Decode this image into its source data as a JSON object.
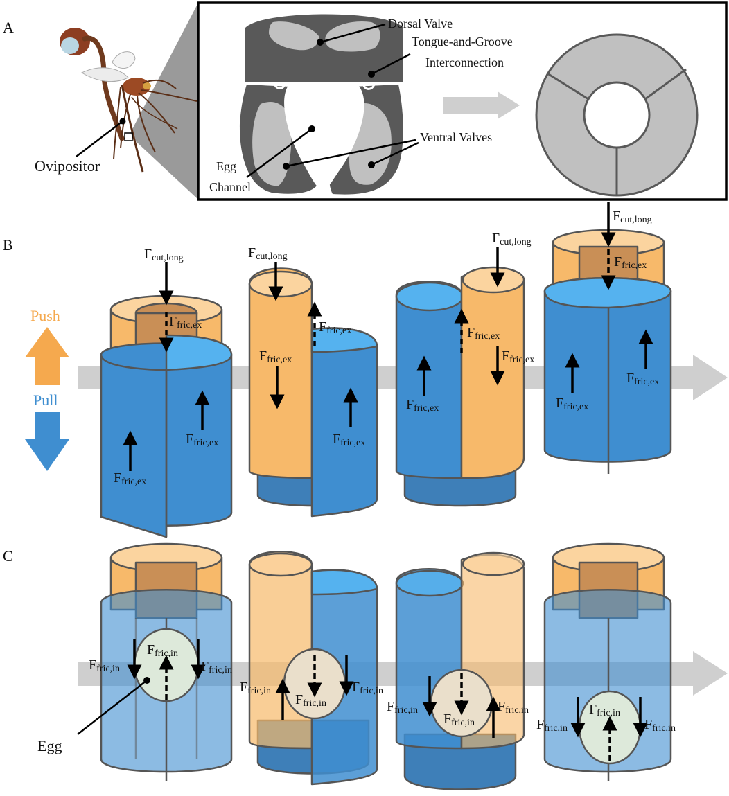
{
  "panels": {
    "a": "A",
    "b": "B",
    "c": "C"
  },
  "panel_a": {
    "ovipositor": "Ovipositor",
    "dorsal_valve": "Dorsal Valve",
    "tongue_groove_1": "Tongue-and-Groove",
    "tongue_groove_2": "Interconnection",
    "egg_1": "Egg",
    "egg_2": "Channel",
    "ventral_valves": "Ventral Valves"
  },
  "legend": {
    "push": "Push",
    "pull": "Pull"
  },
  "force": {
    "F": "F",
    "cut_long": "cut,long",
    "fric_ex": "fric,ex",
    "fric_in": "fric,in"
  },
  "panel_c": {
    "egg": "Egg"
  },
  "colors": {
    "push": "#f5a94e",
    "pull": "#3f8ed0",
    "pull_top": "#55b2ef",
    "outline": "#555555",
    "cross_section": "#555555",
    "arrow_grey": "#cfcfcf"
  }
}
